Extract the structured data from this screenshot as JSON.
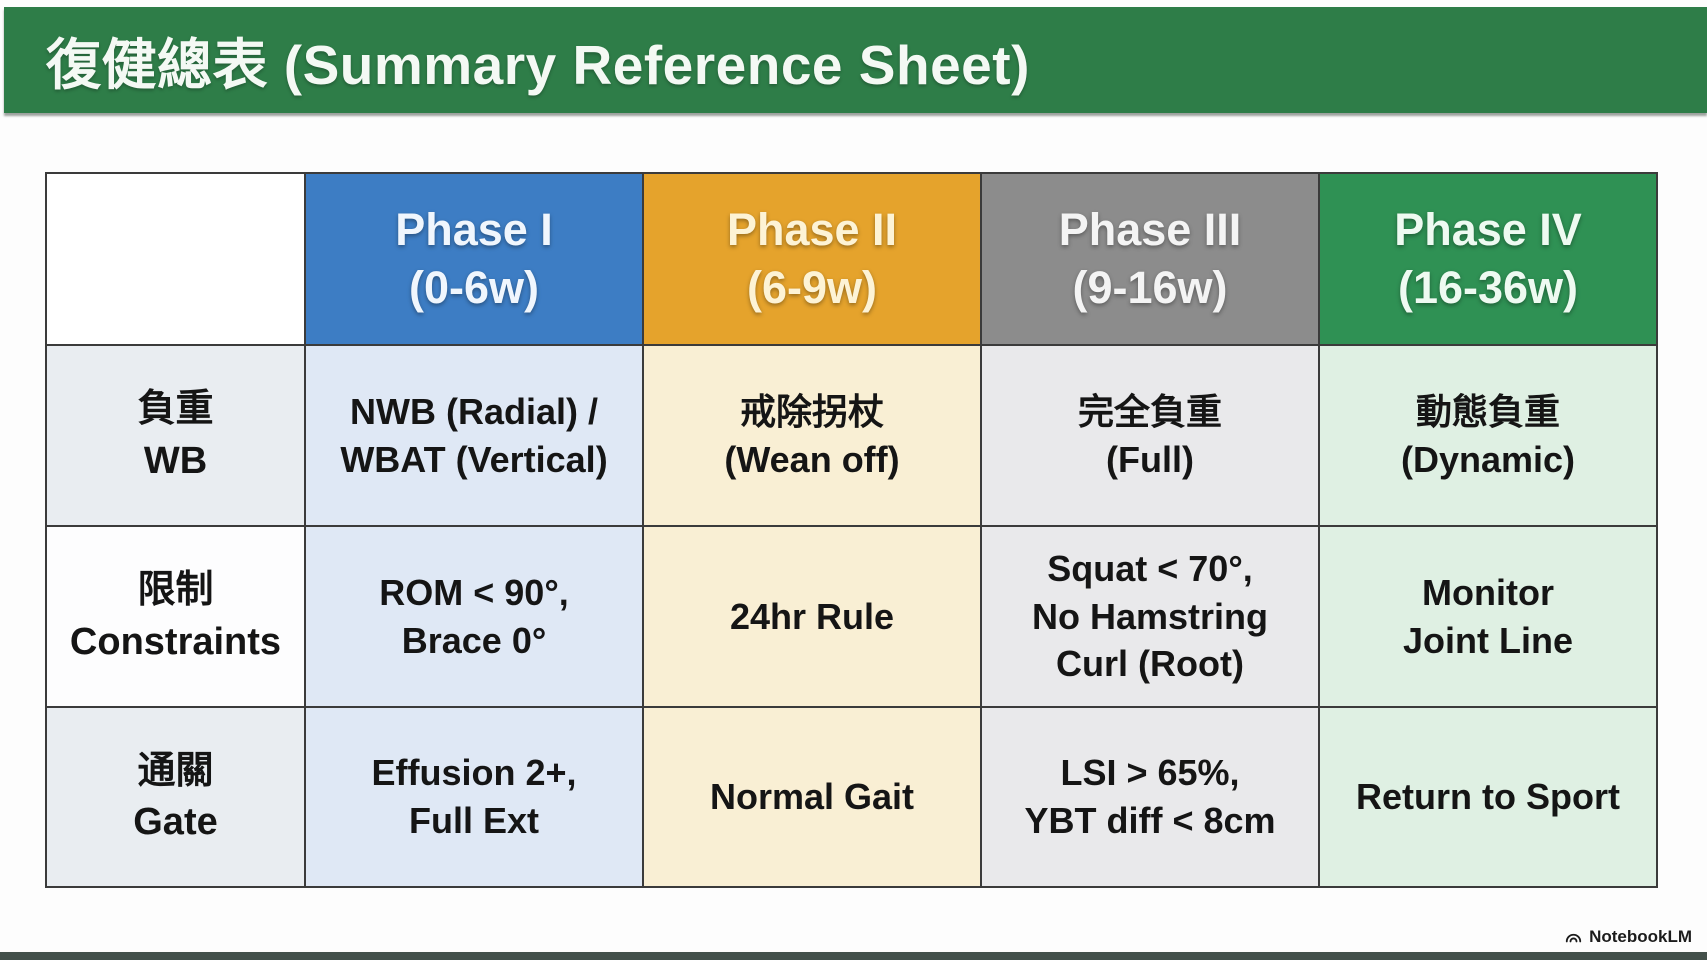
{
  "banner": {
    "title": "復健總表 (Summary Reference Sheet)"
  },
  "table": {
    "phases": [
      {
        "title": "Phase I",
        "subtitle": "(0-6w)"
      },
      {
        "title": "Phase II",
        "subtitle": "(6-9w)"
      },
      {
        "title": "Phase III",
        "subtitle": "(9-16w)"
      },
      {
        "title": "Phase IV",
        "subtitle": "(16-36w)"
      }
    ],
    "rows": [
      {
        "label": "負重\nWB",
        "cells": [
          "NWB (Radial) /\nWBAT (Vertical)",
          "戒除拐杖\n(Wean off)",
          "完全負重\n(Full)",
          "動態負重\n(Dynamic)"
        ]
      },
      {
        "label": "限制\nConstraints",
        "cells": [
          "ROM < 90°,\nBrace 0°",
          "24hr Rule",
          "Squat < 70°,\nNo Hamstring\nCurl (Root)",
          "Monitor\nJoint Line"
        ]
      },
      {
        "label": "通關\nGate",
        "cells": [
          "Effusion 2+,\nFull Ext",
          "Normal Gait",
          "LSI > 65%,\nYBT diff < 8cm",
          "Return to Sport"
        ]
      }
    ]
  },
  "watermark": {
    "label": "NotebookLM"
  },
  "colors": {
    "banner_bg": "#2e7d48",
    "banner_fg": "#f4f9f4",
    "border": "#3b3b3b",
    "phase1_bg": "#3d7dc4",
    "phase2_bg": "#e5a32c",
    "phase3_bg": "#8c8c8c",
    "phase4_bg": "#2f9154",
    "phase1_fg": "#f0f6fd",
    "phase2_fg": "#fdf3d5",
    "phase3_fg": "#f4f4f4",
    "phase4_fg": "#eefaf1",
    "phase1_tint": "#dfe8f5",
    "phase2_tint": "#f9efd4",
    "phase3_tint": "#e9e9eb",
    "phase4_tint": "#dff0e3",
    "label_tint": "#e9edf1",
    "label_tint_alt": "#fdfdfe",
    "cell_text": "#151515",
    "watermark_fg": "#1c1c1c",
    "bottom_strip": "#43504a"
  }
}
